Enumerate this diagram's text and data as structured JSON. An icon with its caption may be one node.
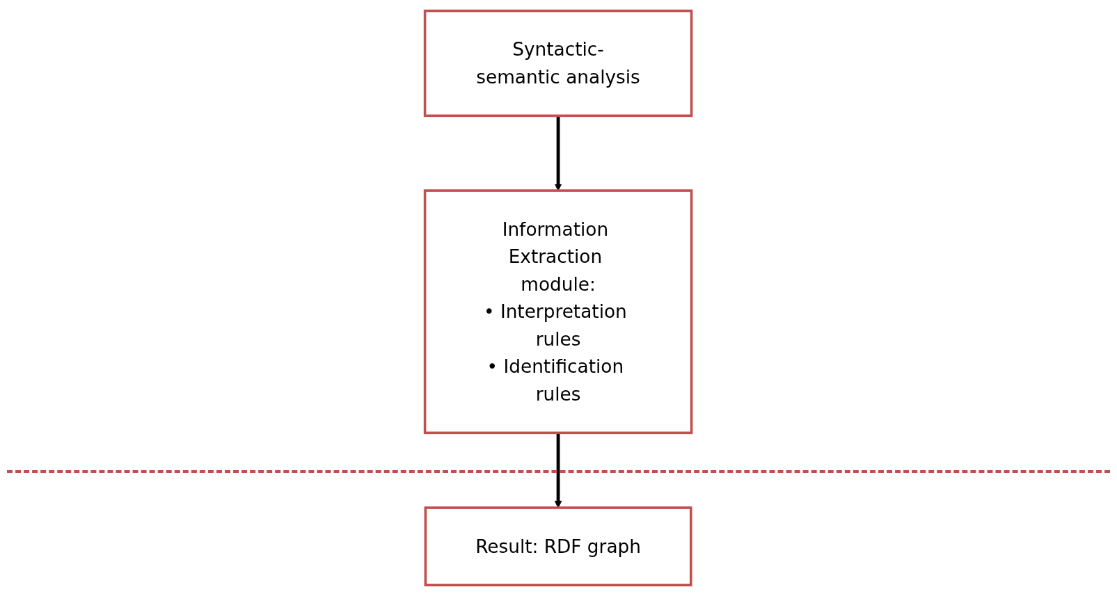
{
  "diagram": {
    "nodes": [
      {
        "text": [
          "Syntactic-semantic analysis"
        ]
      },
      {
        "text": [
          "Information Extraction module:",
          "• Interpretation rules",
          "• Identification rules"
        ]
      },
      {
        "text": [
          "Result: RDF graph"
        ]
      }
    ],
    "edges": [
      {
        "from": 0,
        "to": 1,
        "arrow": "to"
      },
      {
        "from": 1,
        "to": 2,
        "arrow": "to"
      }
    ]
  }
}
